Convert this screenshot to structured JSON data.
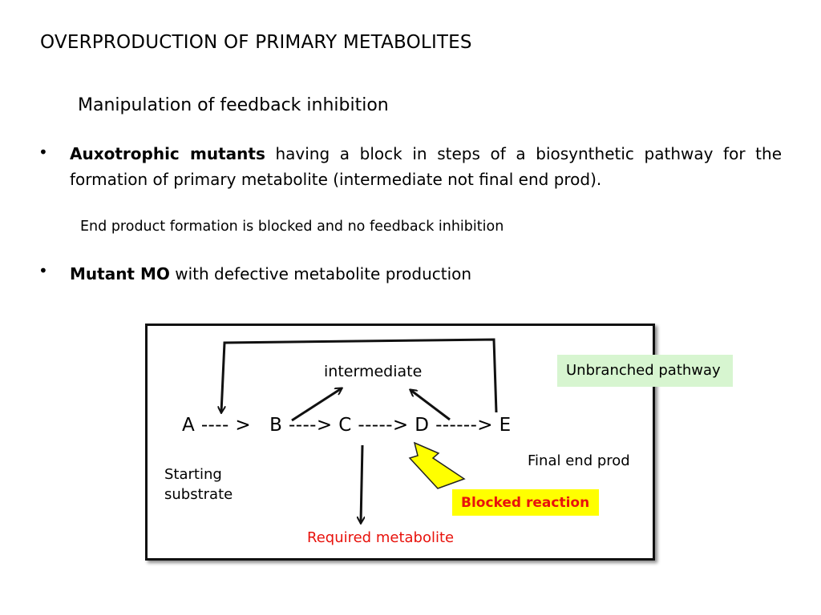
{
  "slide": {
    "title": "OVERPRODUCTION OF PRIMARY METABOLITES",
    "subtitle": "Manipulation of feedback inhibition",
    "bullets": [
      {
        "marker": "•",
        "bold": "Auxotrophic mutants",
        "text": " having a block in steps of a biosynthetic pathway for the formation of primary metabolite (intermediate not final end prod).",
        "note": "End product formation is blocked and no feedback inhibition"
      },
      {
        "marker": "•",
        "bold": "Mutant MO",
        "text": " with defective metabolite production"
      }
    ]
  },
  "diagram": {
    "pathway": "A ---- >   B ----> C -----> D ------> E",
    "intermediate_label": "intermediate",
    "starting_substrate_label": "Starting substrate",
    "final_end_label": "Final end prod",
    "required_label": "Required metabolite",
    "blocked_label": "Blocked reaction",
    "unbranched_label": "Unbranched pathway",
    "colors": {
      "required": "#e8120c",
      "blocked_text": "#e8120c",
      "blocked_bg": "#ffff00",
      "unbranched_bg": "#d7f5d0",
      "lightning": "#ffff00"
    },
    "icons": [
      "lightning-bolt-icon",
      "arrow-icon"
    ]
  }
}
